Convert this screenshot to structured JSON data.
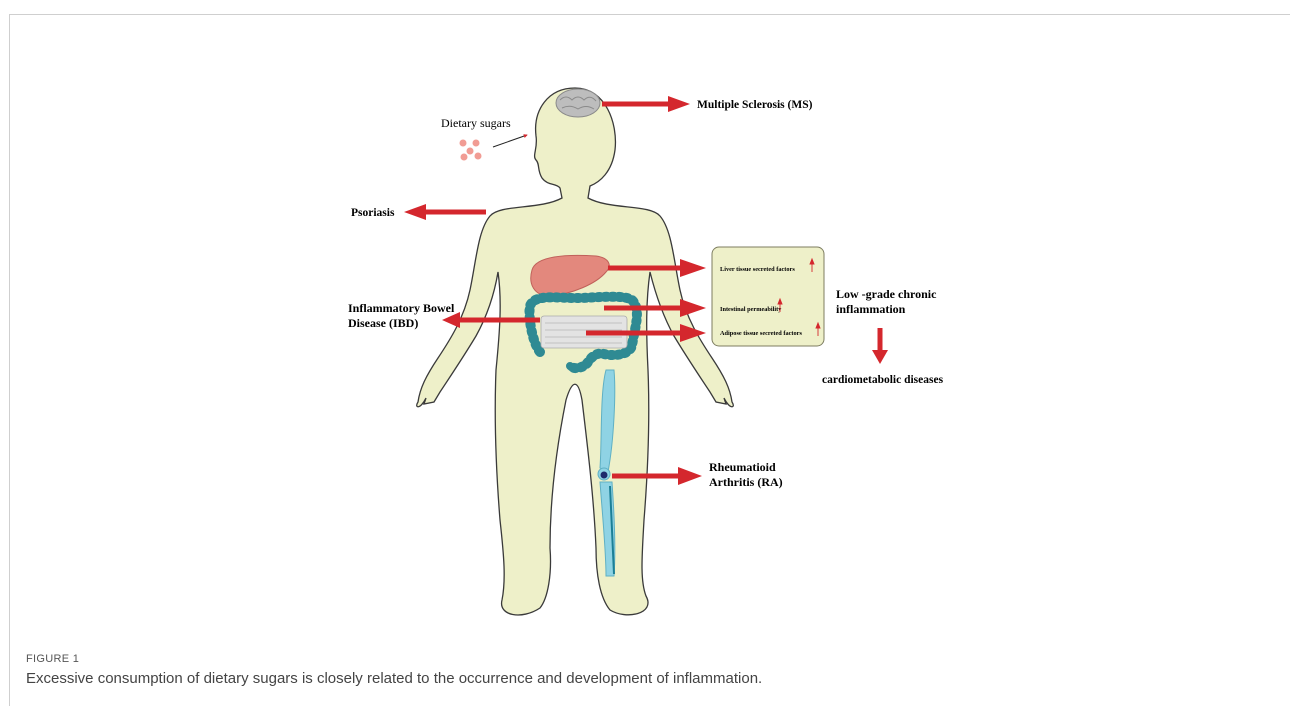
{
  "figure": {
    "label": "FIGURE 1",
    "caption": "Excessive consumption of dietary sugars is closely related to the occurrence and development of inflammation."
  },
  "labels": {
    "dietary_sugars": "Dietary sugars",
    "multiple_sclerosis": "Multiple Sclerosis (MS)",
    "psoriasis": "Psoriasis",
    "ibd_line1": "Inflammatory Bowel",
    "ibd_line2": "Disease (IBD)",
    "ra_line1": "Rheumatioid",
    "ra_line2": "Arthritis (RA)",
    "low_grade_line1": "Low -grade chronic",
    "low_grade_line2": "inflammation",
    "cardiometabolic": "cardiometabolic diseases"
  },
  "factor_box": {
    "items": [
      "Liver tissue secreted factors",
      "Intestinal permeability",
      "Adipose tissue secreted factors"
    ]
  },
  "colors": {
    "body_fill": "#eef0c9",
    "arrow": "#d4272d",
    "liver": "#e3887d",
    "colon": "#2f8a93",
    "bone": "#8fd3e4",
    "sugar_dot": "#f19c94",
    "brain": "#bdbdbd"
  }
}
